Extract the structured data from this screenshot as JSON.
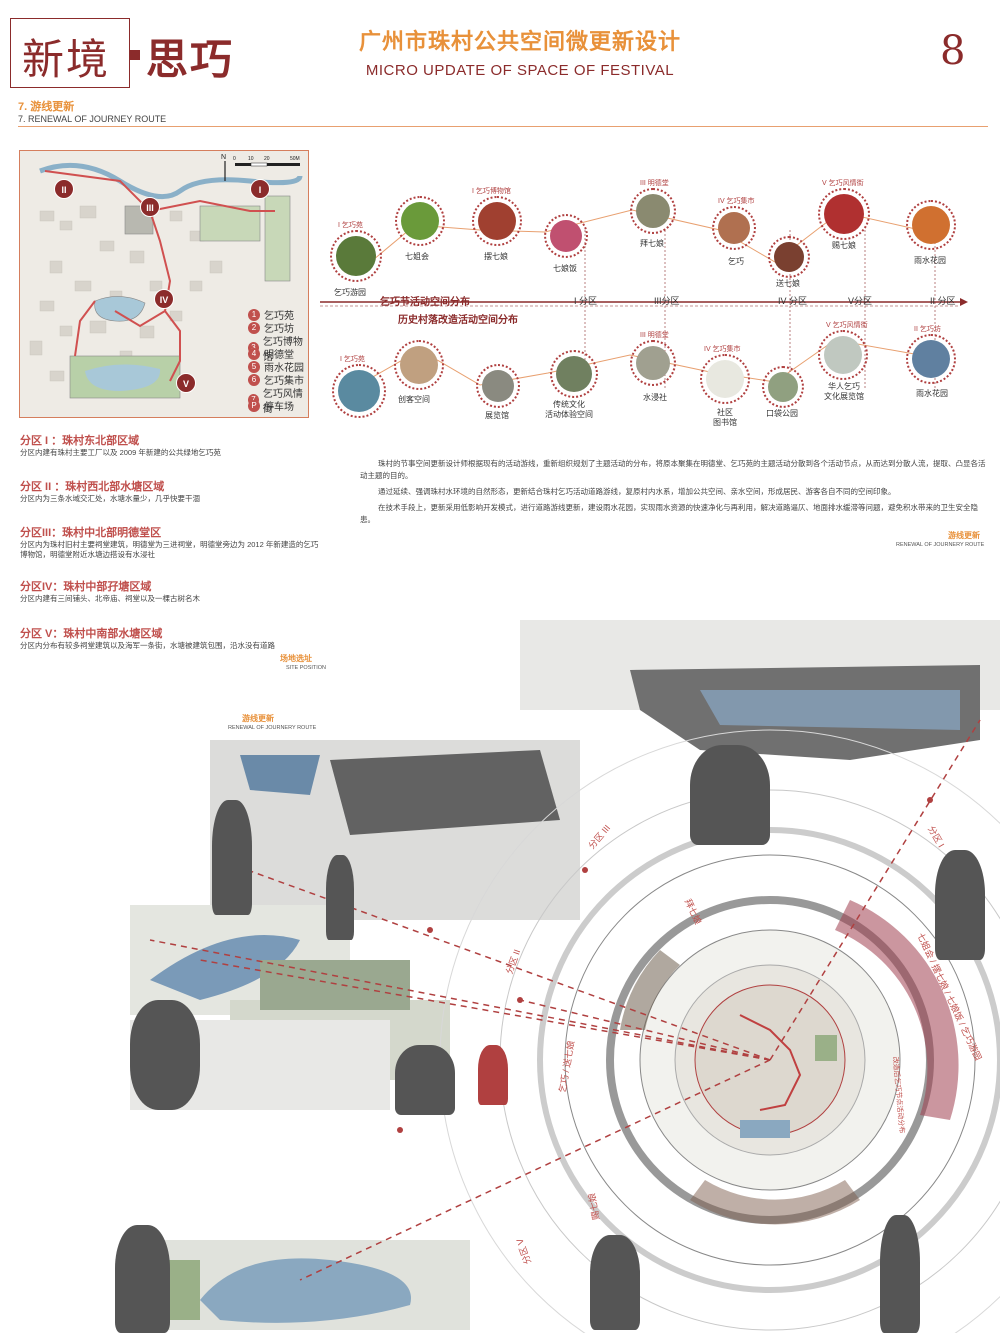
{
  "header": {
    "logo_left": "新境",
    "logo_right": "思巧",
    "title_cn": "广州市珠村公共空间微更新设计",
    "title_en": "MICRO UPDATE OF SPACE OF FESTIVAL",
    "page_number": "8"
  },
  "section": {
    "title_cn": "7. 游线更新",
    "title_en": "7. RENEWAL OF JOURNEY ROUTE"
  },
  "map": {
    "legend": [
      {
        "num": "1",
        "label": "乞巧苑"
      },
      {
        "num": "2",
        "label": "乞巧坊"
      },
      {
        "num": "3",
        "label": "乞巧博物馆"
      },
      {
        "num": "4",
        "label": "明德堂"
      },
      {
        "num": "5",
        "label": "雨水花园"
      },
      {
        "num": "6",
        "label": "乞巧集市"
      },
      {
        "num": "7",
        "label": "乞巧风情街"
      },
      {
        "num": "P",
        "label": "停车场"
      }
    ],
    "zones": [
      "I",
      "II",
      "III",
      "IV",
      "V"
    ],
    "scale": [
      "0",
      "10",
      "20",
      "50M"
    ],
    "north": "N"
  },
  "timeline": {
    "row1_title": "乞巧节活动空间分布",
    "row2_title": "历史村落改造活动空间分布",
    "zones": [
      "I 分区",
      "III分区",
      "IV 分区",
      "V分区",
      "II 分区"
    ],
    "row1": [
      {
        "label": "乞巧游园",
        "top": "I 乞巧苑",
        "color": "#5a7a3a"
      },
      {
        "label": "七姐会",
        "top": "",
        "color": "#6a9a3a"
      },
      {
        "label": "摆七娘",
        "top": "I 乞巧博物馆",
        "color": "#a04030"
      },
      {
        "label": "七娘饭",
        "top": "",
        "color": "#c05070"
      },
      {
        "label": "拜七娘",
        "top": "III 明德堂",
        "color": "#8a8a70"
      },
      {
        "label": "乞巧",
        "top": "IV 乞巧集市",
        "color": "#b07050"
      },
      {
        "label": "送七娘",
        "top": "",
        "color": "#7a4030"
      },
      {
        "label": "赐七娘",
        "top": "V 乞巧风情街",
        "color": "#b03030"
      },
      {
        "label": "雨水花园",
        "top": "",
        "color": "#d07030"
      }
    ],
    "row2": [
      {
        "label": "",
        "top": "I 乞巧苑",
        "color": "#5a8aa0"
      },
      {
        "label": "创客空间",
        "top": "",
        "color": "#c0a080"
      },
      {
        "label": "展览馆",
        "top": "",
        "color": "#8a8a80"
      },
      {
        "label": "传统文化\n活动体验空间",
        "top": "",
        "color": "#708060"
      },
      {
        "label": "水浸社",
        "top": "III 明德堂",
        "color": "#a0a090"
      },
      {
        "label": "社区\n图书馆",
        "top": "IV 乞巧集市",
        "color": "#e8e8e0"
      },
      {
        "label": "口袋公园",
        "top": "",
        "color": "#90a080"
      },
      {
        "label": "华人乞巧\n文化展览馆",
        "top": "V 乞巧风情街",
        "color": "#c0c8c0"
      },
      {
        "label": "雨水花园",
        "top": "II 乞巧坊",
        "color": "#6080a0"
      }
    ]
  },
  "zones": [
    {
      "title": "分区 I ：珠村东北部区域",
      "desc": "分区内建有珠村主要工厂以及 2009 年新建的公共绿地乞巧苑"
    },
    {
      "title": "分区 II ：珠村西北部水塘区域",
      "desc": "分区内为三条水域交汇处，水塘水量少，几乎快要干涸"
    },
    {
      "title": "分区III：珠村中北部明德堂区",
      "desc": "分区内为珠村旧村主要祠堂建筑，明德堂为三进祠堂，明德堂旁边为 2012 年新建造的乞巧博物馆，明德堂附近水塘边搭设有水浸社"
    },
    {
      "title": "分区IV：珠村中部孖塘区域",
      "desc": "分区内建有三间铺头、北帝庙、祠堂以及一棵古树名木"
    },
    {
      "title": "分区 V：珠村中南部水塘区域",
      "desc": "分区内分布有较多祠堂建筑以及海军一条街，水塘被建筑包围，沿水没有道路"
    }
  ],
  "site_tag": {
    "cn": "场地选址",
    "en": "SITE POSITION"
  },
  "description": {
    "p1": "珠村的节事空间更新设计师根据现有的活动游线，重新组织规划了主题活动的分布，将原本聚集在明德堂、乞巧苑的主题活动分散到各个活动节点，从而达到分散人流，提取、凸显各活动主题的目的。",
    "p2": "通过延续、强调珠村水环境的自然形态，更新结合珠村乞巧活动道路游线，复原村内水系，增加公共空间、亲水空间，形成居民、游客各自不同的空间印象。",
    "p3": "在技术手段上，更新采用低影响开发模式，进行道路游线更新，建设雨水花园，实现雨水资源的快速净化与再利用，解决道路逼仄、地面排水缓滞等问题，避免积水带来的卫生安全隐患。",
    "tag_cn": "游线更新",
    "tag_en": "RENEWAL OF JOURNERY ROUTE"
  },
  "collage": {
    "tag_cn": "游线更新",
    "tag_en": "RENEWAL OF JOURNERY ROUTE",
    "ring_labels": {
      "zone1": "分区 I",
      "zone2": "分区 II",
      "zone3": "分区 III",
      "zone5": "分区 V",
      "bai": "拜七娘",
      "qiqiao": "乞巧 / 送七娘",
      "shang": "七姐会 / 摆七娘 / 七娘饭 / 乞巧游园",
      "ci": "赐七娘",
      "inner": "改造后乞巧节点活动分布"
    }
  }
}
